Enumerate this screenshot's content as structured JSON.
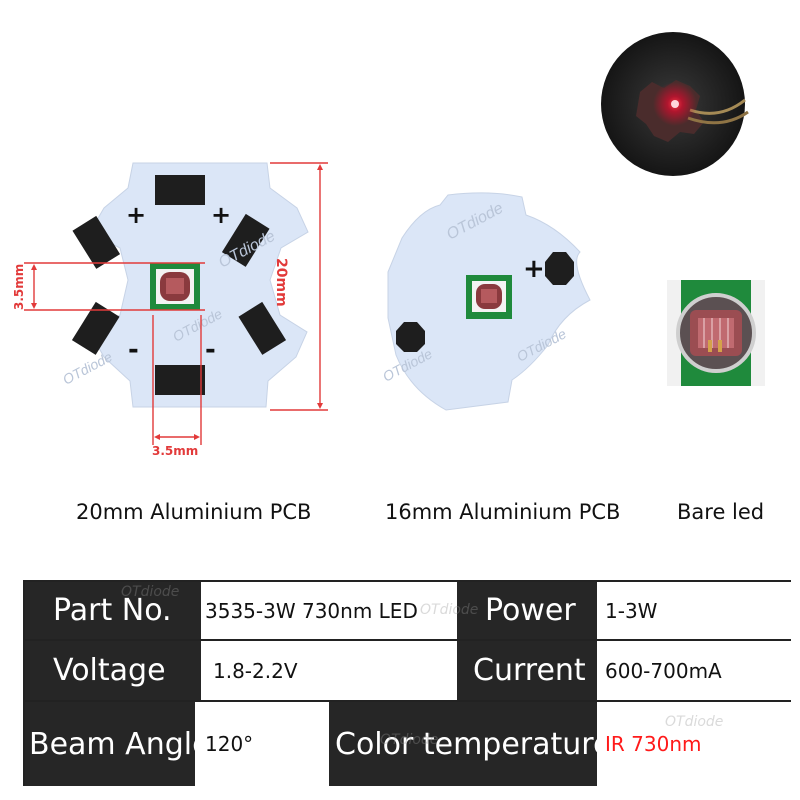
{
  "watermark": "OTdiode",
  "dimensions": {
    "led_size_vertical": "3.5mm",
    "led_size_horizontal": "3.5mm",
    "pcb_diameter": "20mm"
  },
  "pcb_polarity": {
    "plus": "+",
    "minus": "-"
  },
  "captions": {
    "pcb20": "20mm Aluminium PCB",
    "pcb16": "16mm Aluminium PCB",
    "bare": "Bare led"
  },
  "specs": {
    "part_no_label": "Part No.",
    "part_no_value": "3535-3W 730nm LED",
    "power_label": "Power",
    "power_value": "1-3W",
    "voltage_label": "Voltage",
    "voltage_value": "1.8-2.2V",
    "current_label": "Current",
    "current_value": "600-700mA",
    "beam_label": "Beam Angle",
    "beam_value": "120°",
    "color_label": "Color temperature",
    "color_value": "IR 730nm"
  },
  "colors": {
    "pcb_board": "#dbe6f7",
    "pad": "#1e1e1e",
    "led_green": "#1f8a3c",
    "led_chip": "#8a3a3e",
    "dim_line": "#e23a3a",
    "table_dark": "#262626",
    "ir_value": "#ff1a1a"
  }
}
